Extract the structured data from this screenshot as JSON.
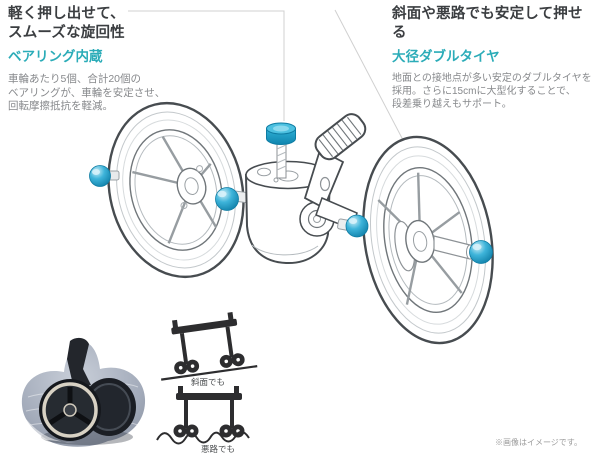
{
  "colors": {
    "accent": "#2bacb8",
    "heading": "#3b3e41",
    "body_text": "#87898c",
    "line_art": "#474c50",
    "bearing_teal": "#29a9d4",
    "leader_line": "#d0d0d0",
    "pictogram": "#2d2d2f"
  },
  "left_callout": {
    "heading_lines": [
      "軽く押し出せて、",
      "スムーズな旋回性"
    ],
    "subheading": "ベアリング内蔵",
    "body_lines": [
      "車輪あたり5個、合計20個の",
      "ベアリングが、車輪を安定させ、",
      "回転摩擦抵抗を軽減。"
    ]
  },
  "right_callout": {
    "heading": "斜面や悪路でも安定して押せる",
    "subheading": "大径ダブルタイヤ",
    "body_lines": [
      "地面との接地点が多い安定のダブルタイヤを",
      "採用。さらに15cmに大型化することで、",
      "段差乗り越えもサポート。"
    ]
  },
  "pictograms": {
    "slope_caption": "斜面でも",
    "rough_caption": "悪路でも"
  },
  "footnote": "※画像はイメージです。",
  "illustration": {
    "marker_icons": [
      "bearing-left-icon",
      "bearing-axle-left-icon",
      "top-nut-icon",
      "bearing-fork-right-icon",
      "bearing-axle-right-icon"
    ]
  }
}
